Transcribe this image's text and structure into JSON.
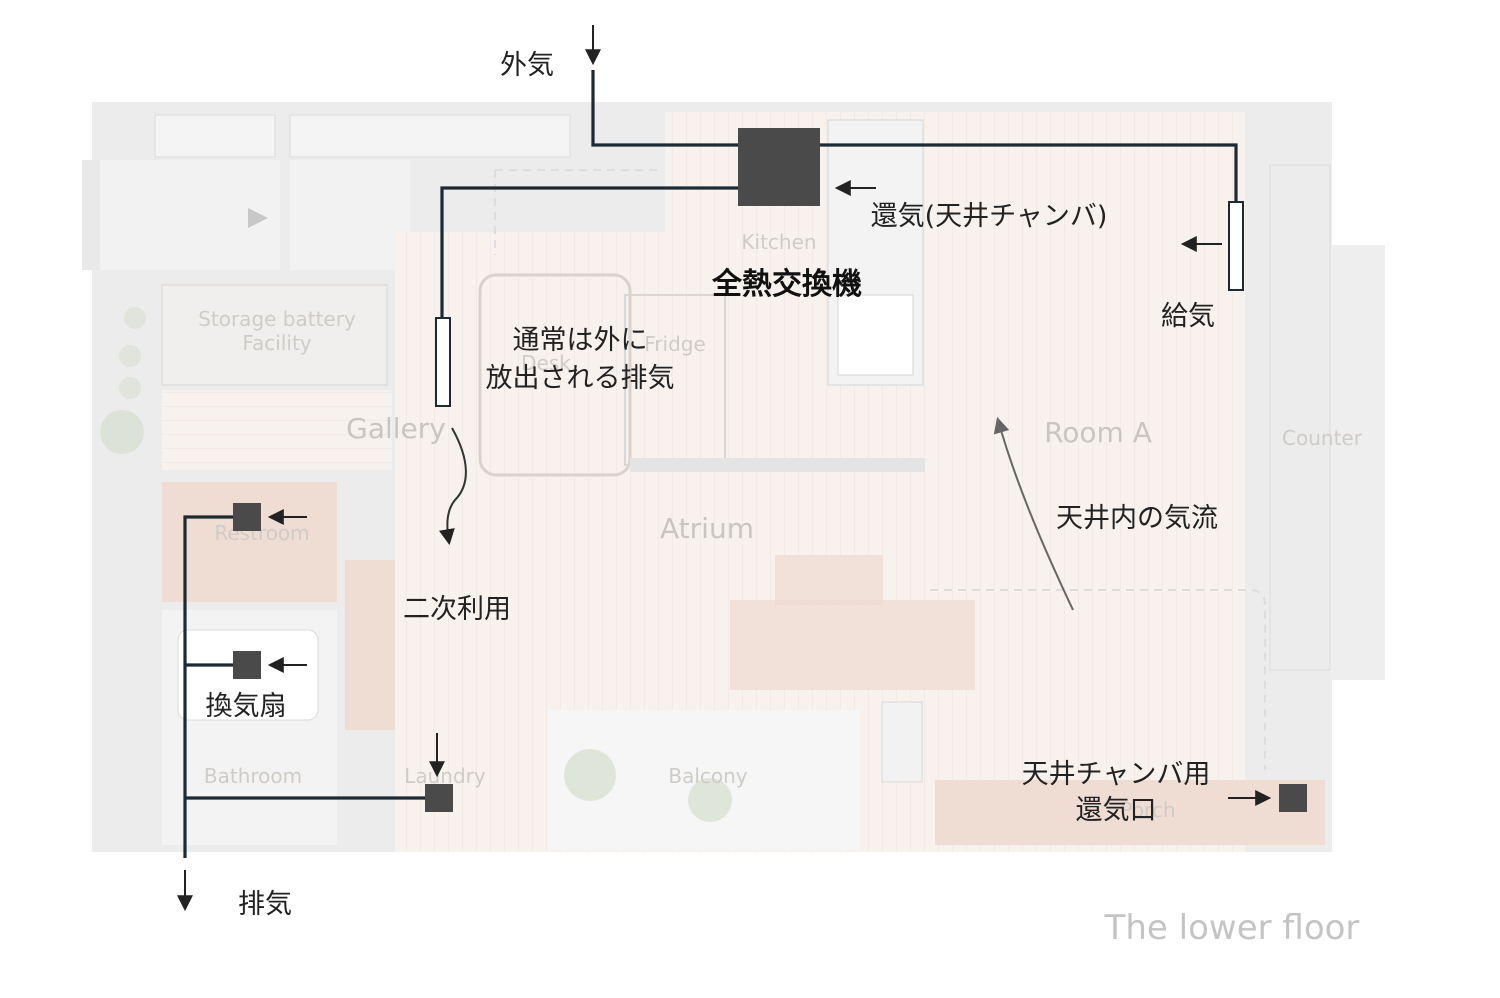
{
  "rooms": {
    "kitchen": "Kitchen",
    "storage": "Storage battery",
    "storage_line2": "Facility",
    "fridge": "Fridge",
    "desk": "Desk",
    "gallery": "Gallery",
    "room_a": "Room A",
    "counter": "Counter",
    "atrium": "Atrium",
    "restroom": "Restroom",
    "bathroom": "Bathroom",
    "laundry": "Laundry",
    "balcony": "Balcony",
    "porch": "Porch"
  },
  "annotations": {
    "outside_air": "外気",
    "return_air": "還気(天井チャンバ)",
    "heat_exchanger": "全熱交換機",
    "supply_air": "給気",
    "normally_exhausted_1": "通常は外に",
    "normally_exhausted_2": "放出される排気",
    "ceiling_airflow": "天井内の気流",
    "secondary_use": "二次利用",
    "ventilation_fan": "換気扇",
    "ceiling_chamber_1": "天井チャンバ用",
    "ceiling_chamber_2": "還気口",
    "exhaust": "排気"
  },
  "caption": "The lower floor",
  "colors": {
    "duct": "#1e2a33",
    "unit": "#4a4a4a",
    "wall": "#e6e6e6",
    "floor_wood": "#f6f1ec",
    "warm_tile": "#efdcd3"
  }
}
